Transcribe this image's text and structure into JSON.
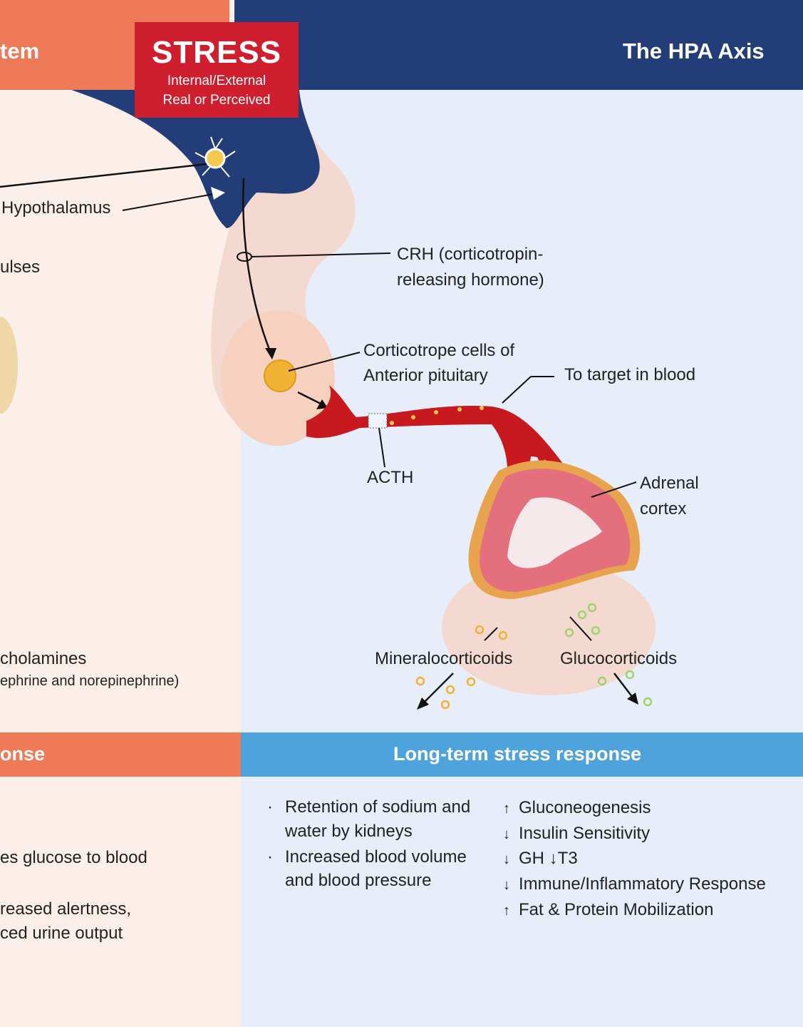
{
  "header": {
    "left_title": "tem",
    "right_title": "The HPA Axis"
  },
  "stress_box": {
    "title": "STRESS",
    "line1": "Internal/External",
    "line2": "Real or Perceived"
  },
  "labels": {
    "hypothalamus": "Hypothalamus",
    "ulses": "ulses",
    "crh_line1": "CRH (corticotropin-",
    "crh_line2": "releasing hormone)",
    "corticotrope_line1": "Corticotrope cells of",
    "corticotrope_line2": "Anterior pituitary",
    "to_target": "To target in blood",
    "acth": "ACTH",
    "adrenal_line1": "Adrenal",
    "adrenal_line2": "cortex",
    "mineralocorticoids": "Mineralocorticoids",
    "glucocorticoids": "Glucocorticoids",
    "catecholamines_line1": "cholamines",
    "catecholamines_line2": "ephrine and norepinephrine)"
  },
  "bands": {
    "left": "onse",
    "right": "Long-term stress response"
  },
  "left_list": {
    "line1": "es glucose to blood",
    "line2": "reased alertness,",
    "line3": "ced urine output"
  },
  "long_term_list": [
    {
      "bullet": "·",
      "line1": "Retention of sodium and",
      "line2": "water by kidneys"
    },
    {
      "bullet": "·",
      "line1": "Increased blood volume",
      "line2": "and blood pressure"
    }
  ],
  "effects": [
    {
      "arrow": "↑",
      "text": "Gluconeogenesis"
    },
    {
      "arrow": "↓",
      "text": "Insulin Sensitivity"
    },
    {
      "arrow": "↓",
      "text": "GH ↓T3"
    },
    {
      "arrow": "↓",
      "text": "Immune/Inflammatory Response"
    },
    {
      "arrow": "↑",
      "text": "Fat & Protein Mobilization"
    }
  ],
  "colors": {
    "orange": "#ef7a57",
    "navy": "#233d78",
    "red": "#cf1f2e",
    "blue": "#4ea3dc",
    "mineral_dot": "#f2b233",
    "gluco_dot": "#9fd36a"
  }
}
